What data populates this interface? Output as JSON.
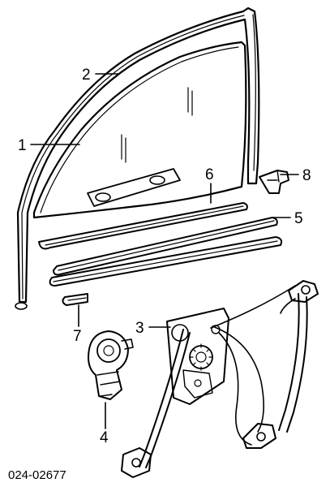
{
  "callouts": [
    {
      "label": "1"
    },
    {
      "label": "2"
    },
    {
      "label": "3"
    },
    {
      "label": "4"
    },
    {
      "label": "5"
    },
    {
      "label": "6"
    },
    {
      "label": "7"
    },
    {
      "label": "8"
    }
  ],
  "reference_code": "024-02677"
}
